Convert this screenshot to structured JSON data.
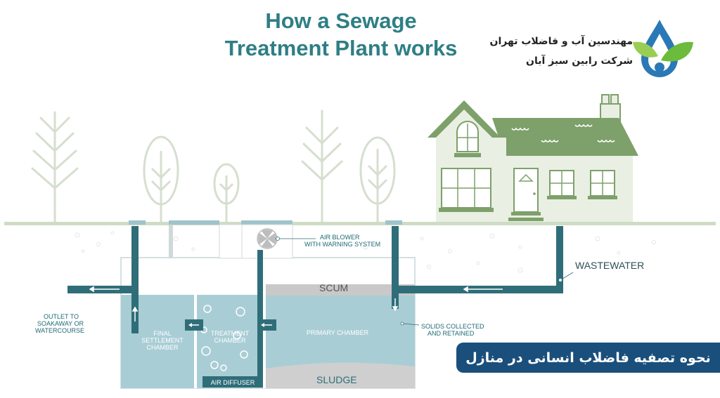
{
  "title": {
    "line1": "How a Sewage",
    "line2": "Treatment Plant works"
  },
  "logo": {
    "line1": "مهندسین آب و فاضلاب تهران",
    "line2": "شرکت رابین سبز آبان",
    "icon": "water-drop-leaf-icon"
  },
  "labels": {
    "air_blower_1": "AIR BLOWER",
    "air_blower_2": "WITH WARNING SYSTEM",
    "wastewater": "Wastewater",
    "scum": "Scum",
    "sludge": "Sludge",
    "outlet_1": "OUTLET TO",
    "outlet_2": "SOAKAWAY OR",
    "outlet_3": "WATERCOURSE",
    "solids_1": "SOLIDS COLLECTED",
    "solids_2": "AND RETAINED",
    "final_1": "FINAL",
    "final_2": "SETTLEMENT",
    "final_3": "CHAMBER",
    "treatment_1": "TREATMENT",
    "treatment_2": "CHAMBER",
    "primary": "PRIMARY CHAMBER",
    "air_diffuser": "AIR DIFFUSER"
  },
  "banner": {
    "text": "نحوه تصفیه فاضلاب انسانی در منازل"
  },
  "colors": {
    "title": "#2e7f84",
    "pipe": "#2f6e79",
    "water": "#a9cdd5",
    "house": "#7ea06b",
    "house_wall": "#e9efe2",
    "tree": "#d6dfcf",
    "ground": "#cfdcc5",
    "banner": "#1a4f7c"
  }
}
